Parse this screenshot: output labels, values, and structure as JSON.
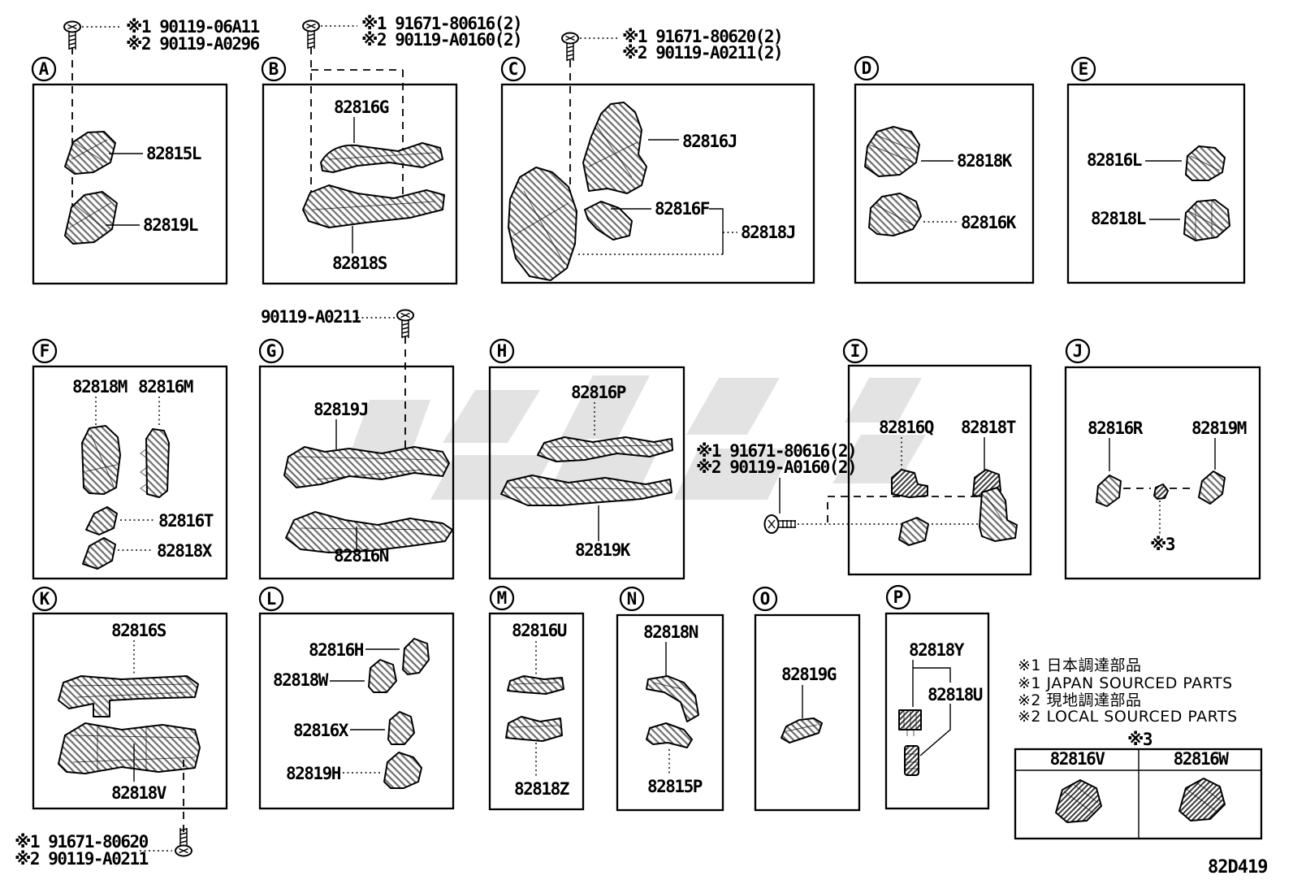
{
  "diagram": {
    "code": "82D419"
  },
  "legend": {
    "line1": "※1 日本調達部品",
    "line2": "※1 JAPAN SOURCED PARTS",
    "line3": "※2 現地調達部品",
    "line4": "※2 LOCAL SOURCED PARTS"
  },
  "variant_table": {
    "note": "※3",
    "col1": "82816V",
    "col2": "82816W"
  },
  "sections": {
    "A": {
      "letter": "A",
      "fastener1": "※1 90119-06A11",
      "fastener2": "※2 90119-A0296",
      "part1": "82815L",
      "part2": "82819L"
    },
    "B": {
      "letter": "B",
      "fastener1": "※1 91671-80616(2)",
      "fastener2": "※2 90119-A0160(2)",
      "part1": "82816G",
      "part2": "82818S"
    },
    "C": {
      "letter": "C",
      "fastener1": "※1 91671-80620(2)",
      "fastener2": "※2 90119-A0211(2)",
      "part1": "82816J",
      "part2": "82816F",
      "part3": "82818J"
    },
    "D": {
      "letter": "D",
      "part1": "82818K",
      "part2": "82816K"
    },
    "E": {
      "letter": "E",
      "part1": "82816L",
      "part2": "82818L"
    },
    "F": {
      "letter": "F",
      "part1": "82818M",
      "part2": "82816M",
      "part3": "82816T",
      "part4": "82818X"
    },
    "G": {
      "letter": "G",
      "fastener1": "90119-A0211",
      "part1": "82819J",
      "part2": "82816N"
    },
    "H": {
      "letter": "H",
      "part1": "82816P",
      "part2": "82819K"
    },
    "I": {
      "letter": "I",
      "fastener1": "※1 91671-80616(2)",
      "fastener2": "※2 90119-A0160(2)",
      "part1": "82816Q",
      "part2": "82818T"
    },
    "J": {
      "letter": "J",
      "part1": "82816R",
      "part2": "82819M",
      "note": "※3"
    },
    "K": {
      "letter": "K",
      "fastener1": "※1 91671-80620",
      "fastener2": "※2 90119-A0211",
      "part1": "82816S",
      "part2": "82818V"
    },
    "L": {
      "letter": "L",
      "part1": "82816H",
      "part2": "82818W",
      "part3": "82816X",
      "part4": "82819H"
    },
    "M": {
      "letter": "M",
      "part1": "82816U",
      "part2": "82818Z"
    },
    "N": {
      "letter": "N",
      "part1": "82818N",
      "part2": "82815P"
    },
    "O": {
      "letter": "O",
      "part1": "82819G"
    },
    "P": {
      "letter": "P",
      "part1": "82818Y",
      "part2": "82818U"
    }
  }
}
